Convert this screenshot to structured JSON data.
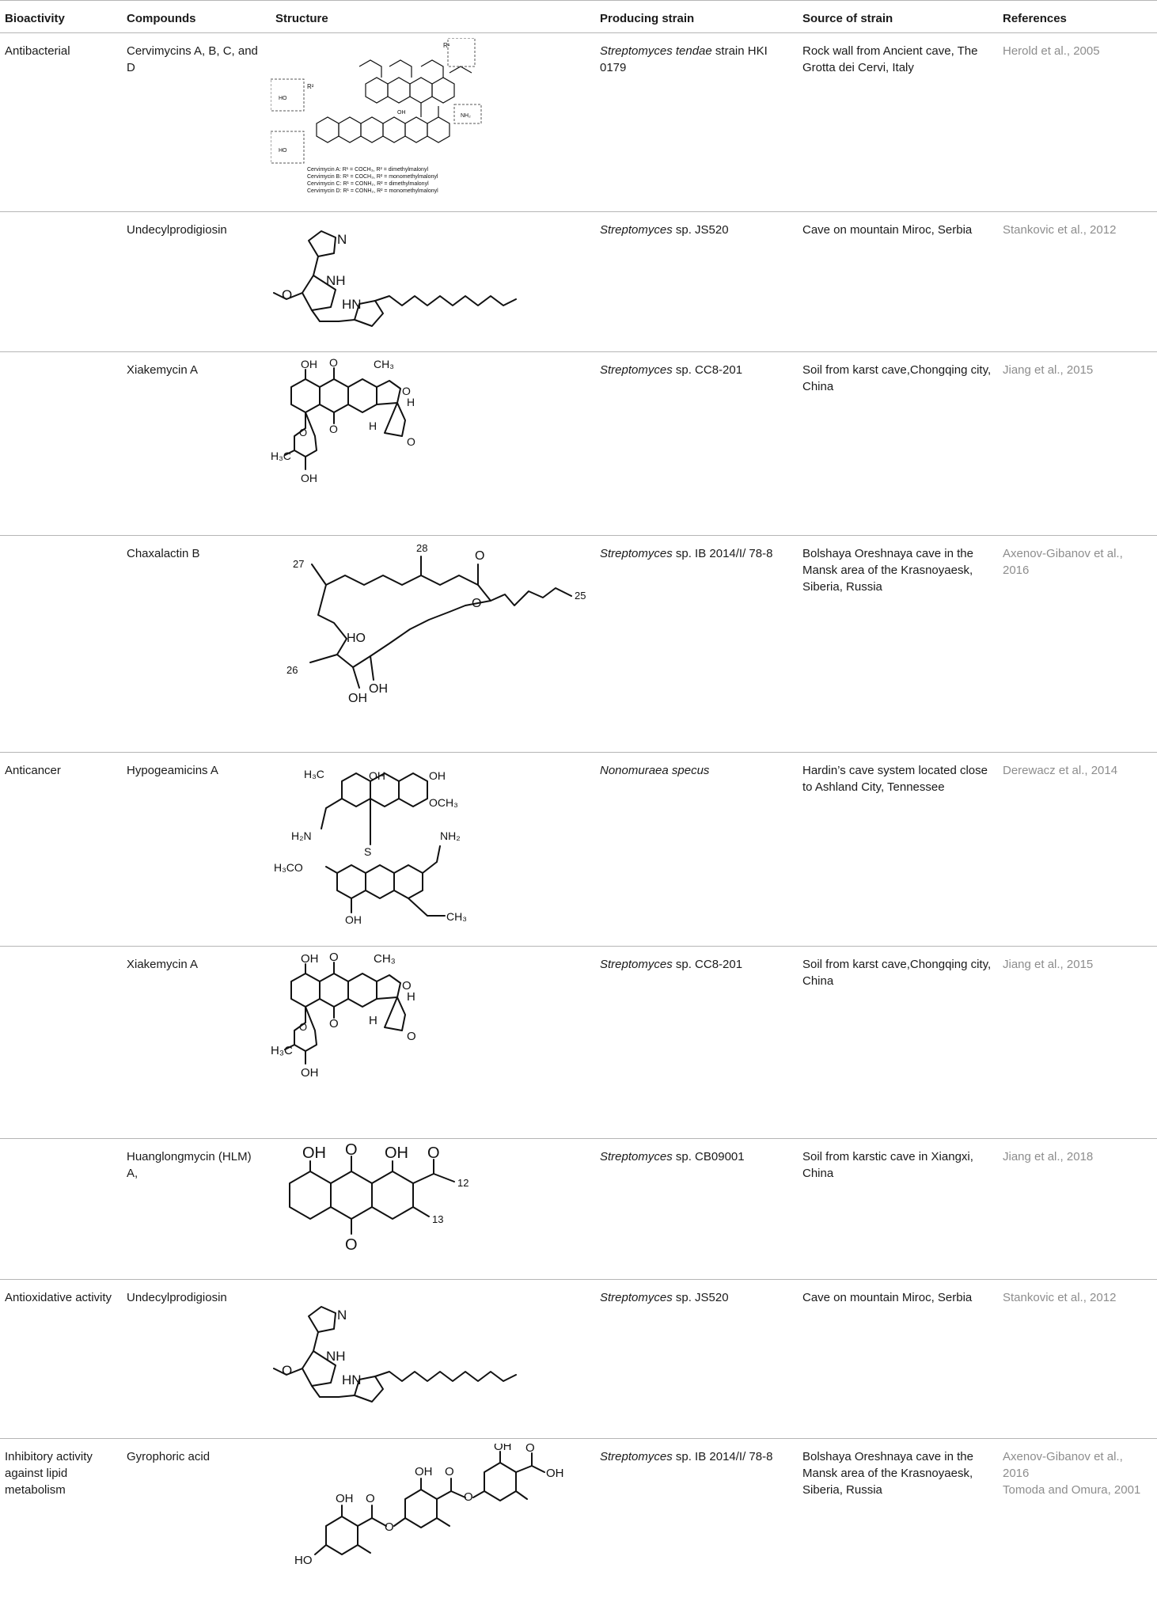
{
  "headers": {
    "bioactivity": "Bioactivity",
    "compounds": "Compounds",
    "structure": "Structure",
    "producing_strain": "Producing strain",
    "source": "Source of strain",
    "references": "References"
  },
  "rows": [
    {
      "bioactivity": "Antibacterial",
      "compound": "Cervimycins A, B, C, and D",
      "strain_italic": "Streptomyces tendae",
      "strain_rest": " strain HKI 0179",
      "source": "Rock wall from Ancient cave, The Grotta dei Cervi, Italy",
      "references": "Herold et al., 2005",
      "structure_caption": [
        "Cervimycin A: R¹ = COCH₃, R² = dimethylmalonyl",
        "Cervimycin B: R¹ = COCH₃, R² = monomethylmalonyl",
        "Cervimycin C: R¹ = CONH₂, R² = dimethylmalonyl",
        "Cervimycin D: R¹ = CONH₂, R² = monomethylmalonyl"
      ]
    },
    {
      "bioactivity": "",
      "compound": "Undecylprodigiosin",
      "strain_italic": "Streptomyces",
      "strain_rest": " sp. JS520",
      "source": "Cave on mountain Miroc, Serbia",
      "references": "Stankovic et al., 2012"
    },
    {
      "bioactivity": "",
      "compound": "Xiakemycin A",
      "strain_italic": "Streptomyces",
      "strain_rest": " sp. CC8-201",
      "source": "Soil from karst cave,Chongqing city, China",
      "references": "Jiang et al., 2015"
    },
    {
      "bioactivity": "",
      "compound": "Chaxalactin B",
      "strain_italic": "Streptomyces",
      "strain_rest": " sp. IB 2014/I/ 78-8",
      "source": "Bolshaya Oreshnaya cave in the Mansk area of the Krasnoyaesk, Siberia, Russia",
      "references": "Axenov-Gibanov et al., 2016"
    },
    {
      "bioactivity": "Anticancer",
      "compound": "Hypogeamicins A",
      "strain_italic": "Nonomuraea specus",
      "strain_rest": "",
      "source": "Hardin’s cave system located close to Ashland City, Tennessee",
      "references": "Derewacz et al., 2014"
    },
    {
      "bioactivity": "",
      "compound": "Xiakemycin A",
      "strain_italic": "Streptomyces",
      "strain_rest": " sp. CC8-201",
      "source": "Soil from karst cave,Chongqing city, China",
      "references": "Jiang et al., 2015"
    },
    {
      "bioactivity": "",
      "compound": "Huanglongmycin (HLM) A,",
      "strain_italic": "Streptomyces",
      "strain_rest": " sp. CB09001",
      "source": "Soil from karstic cave in Xiangxi, China",
      "references": "Jiang et al., 2018"
    },
    {
      "bioactivity": "Antioxidative activity",
      "compound": "Undecylprodigiosin",
      "strain_italic": "Streptomyces",
      "strain_rest": " sp. JS520",
      "source": "Cave on mountain Miroc, Serbia",
      "references": "Stankovic et al., 2012"
    },
    {
      "bioactivity": "Inhibitory activity against lipid metabolism",
      "compound": "Gyrophoric acid",
      "strain_italic": "Streptomyces",
      "strain_rest": " sp. IB 2014/I/ 78-8",
      "source": "Bolshaya Oreshnaya cave in the Mansk area of the Krasnoyaesk, Siberia, Russia",
      "references": "Axenov-Gibanov et al., 2016",
      "references_2": "Tomoda and Omura, 2001"
    }
  ],
  "atoms": {
    "N": "N",
    "NH": "NH",
    "HN": "HN",
    "O": "O",
    "OH": "OH",
    "H": "H",
    "CH3": "CH₃",
    "H3C": "H₃C",
    "H3CO": "H₃CO",
    "OCH3": "OCH₃",
    "H2N": "H₂N",
    "NH2": "NH₂",
    "S": "S",
    "HO": "HO",
    "R1": "R¹",
    "R2": "R²"
  }
}
